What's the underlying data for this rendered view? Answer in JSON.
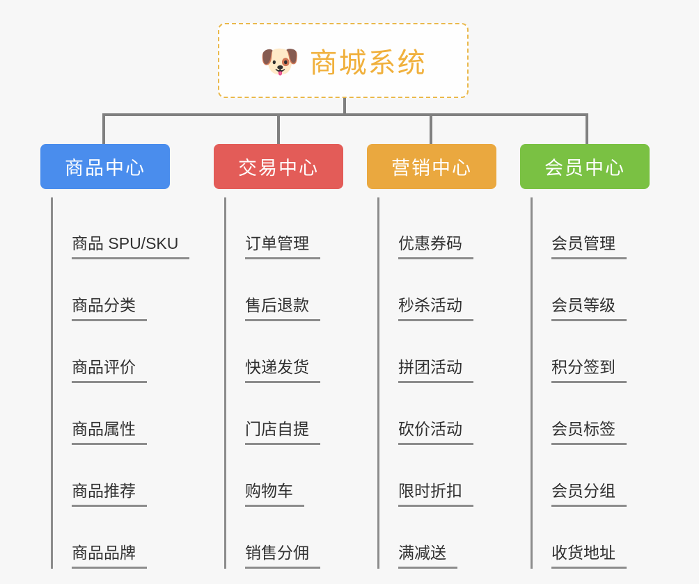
{
  "page": {
    "background_color": "#f7f7f7",
    "diagram_type": "mind-map"
  },
  "root": {
    "icon": "shiba-dog-face-emoji",
    "icon_glyph": "🐶",
    "title": "商城系统",
    "text_color": "#f0b03c",
    "border_color": "#eab94c",
    "background_color": "#fefefe"
  },
  "connector": {
    "color": "#808080"
  },
  "branches": [
    {
      "id": "product-center",
      "label": "商品中心",
      "color": "#4a8ded",
      "items": [
        "商品 SPU/SKU",
        "商品分类",
        "商品评价",
        "商品属性",
        "商品推荐",
        "商品品牌"
      ]
    },
    {
      "id": "trade-center",
      "label": "交易中心",
      "color": "#e35c58",
      "items": [
        "订单管理",
        "售后退款",
        "快递发货",
        "门店自提",
        "购物车",
        "销售分佣"
      ]
    },
    {
      "id": "marketing-center",
      "label": "营销中心",
      "color": "#eaa83f",
      "items": [
        "优惠券码",
        "秒杀活动",
        "拼团活动",
        "砍价活动",
        "限时折扣",
        "满减送"
      ]
    },
    {
      "id": "member-center",
      "label": "会员中心",
      "color": "#7ac143",
      "items": [
        "会员管理",
        "会员等级",
        "积分签到",
        "会员标签",
        "会员分组",
        "收货地址"
      ]
    }
  ]
}
